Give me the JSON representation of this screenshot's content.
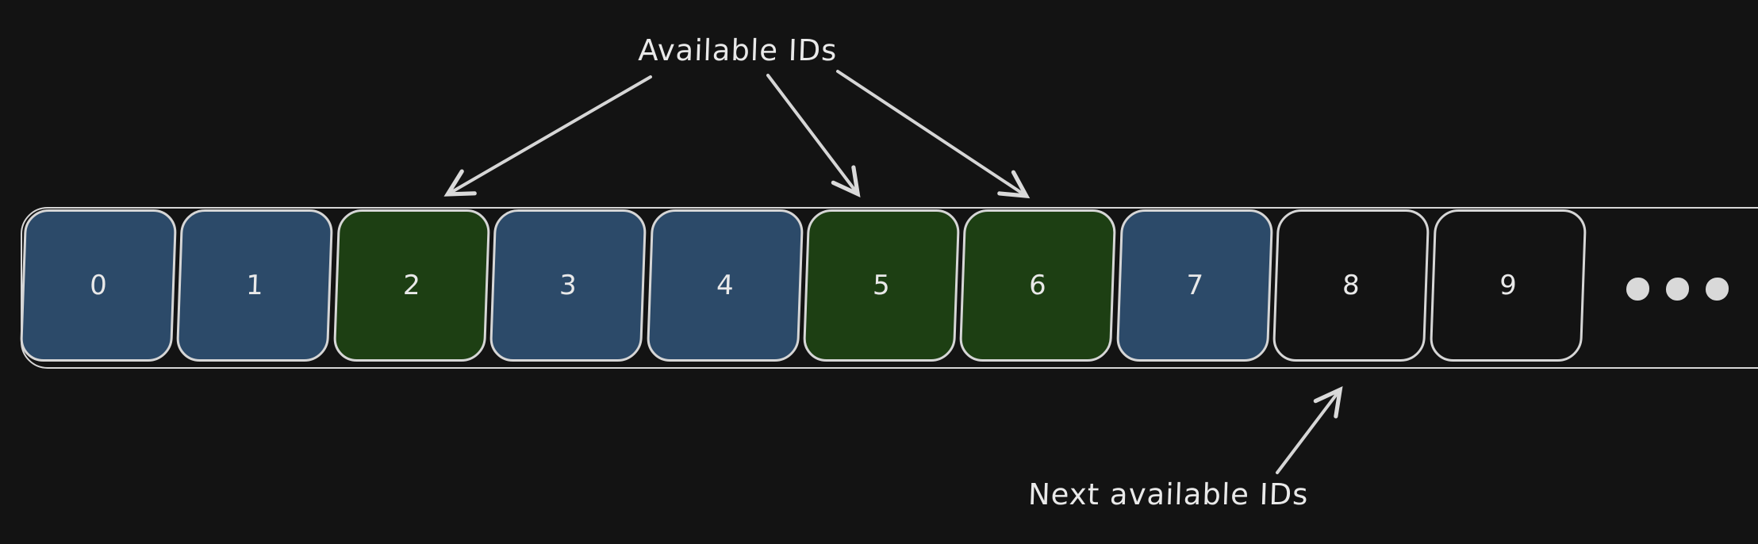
{
  "canvas": {
    "background": "#131313",
    "stroke_color": "#d6d6d6",
    "text_color": "#e9e9e9",
    "dot_color": "#d9d9d9"
  },
  "labels": {
    "available": "Available IDs",
    "next_available": "Next available IDs"
  },
  "id_strip": {
    "cells": [
      {
        "label": "0",
        "state": "in-use"
      },
      {
        "label": "1",
        "state": "in-use"
      },
      {
        "label": "2",
        "state": "available"
      },
      {
        "label": "3",
        "state": "in-use"
      },
      {
        "label": "4",
        "state": "in-use"
      },
      {
        "label": "5",
        "state": "available"
      },
      {
        "label": "6",
        "state": "available"
      },
      {
        "label": "7",
        "state": "in-use"
      },
      {
        "label": "8",
        "state": "next-available"
      },
      {
        "label": "9",
        "state": "next-available"
      }
    ],
    "state_colors": {
      "in-use": "#2c4a69",
      "available": "#1d3f13",
      "next-available": "transparent"
    },
    "ellipsis_dot_count": 3
  },
  "annotations": {
    "available_arrow_targets": [
      "2",
      "5",
      "6"
    ],
    "next_available_arrow_target": "8"
  }
}
